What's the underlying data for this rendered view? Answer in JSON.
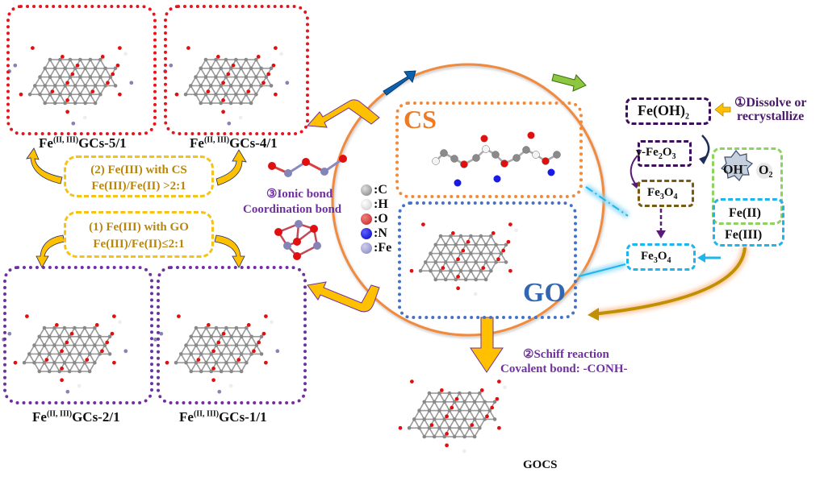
{
  "panels": {
    "top_left": {
      "prefix": "Fe",
      "sup": "(II, III)",
      "suffix": "GCs-5/1",
      "border": "red"
    },
    "top_right": {
      "prefix": "Fe",
      "sup": "(II, III)",
      "suffix": "GCs-4/1",
      "border": "red"
    },
    "bottom_left": {
      "prefix": "Fe",
      "sup": "(II, III)",
      "suffix": "GCs-2/1",
      "border": "purple"
    },
    "bottom_right": {
      "prefix": "Fe",
      "sup": "(II, III)",
      "suffix": "GCs-1/1",
      "border": "purple"
    }
  },
  "conditions": {
    "cs": {
      "line1": "(2) Fe(III) with CS",
      "line2": "Fe(III)/Fe(II) >2:1"
    },
    "go": {
      "line1": "(1) Fe(III) with GO",
      "line2": "Fe(III)/Fe(II)≤2:1"
    }
  },
  "ionic": {
    "line1": "③Ionic bond",
    "line2": "Coordination bond"
  },
  "center": {
    "cs_label": "CS",
    "go_label": "GO"
  },
  "legend": [
    {
      "symbol": ":C",
      "color": "#8c8c8c"
    },
    {
      "symbol": ":H",
      "color": "#f0f0f0"
    },
    {
      "symbol": ":O",
      "color": "#d9383a"
    },
    {
      "symbol": ":N",
      "color": "#1a1ae6"
    },
    {
      "symbol": ":Fe",
      "color": "#9a9ad0"
    }
  ],
  "right": {
    "dissolve_line1": "①Dissolve or",
    "dissolve_line2": "recrystallize",
    "feoh2": {
      "base": "Fe(OH)",
      "sub": "2"
    },
    "gfe2o3": {
      "pre": "γ-Fe",
      "sub1": "2",
      "mid": "O",
      "sub2": "3"
    },
    "fe3o4_a": {
      "pre": "Fe",
      "sub1": "3",
      "mid": "O",
      "sub2": "4"
    },
    "fe3o4_b": {
      "pre": "Fe",
      "sub1": "3",
      "mid": "O",
      "sub2": "4"
    },
    "oh": {
      "base": "OH",
      "sup": "−"
    },
    "o2": {
      "base": "O",
      "sub": "2"
    },
    "fe2": "Fe(II)",
    "fe3": "Fe(III)"
  },
  "schiff": {
    "line1": "②Schiff reaction",
    "line2": "Covalent bond: -CONH-"
  },
  "gocs_label": "GOCS",
  "colors": {
    "circle": "#f08a3c",
    "cs_border": "#f08a3c",
    "go_border": "#4472c4",
    "arrow_yellow": "#ffc000",
    "arrow_blue": "#0a62b0",
    "arrow_green": "#8dc63f",
    "cyan": "#1eb4ec",
    "ochre": "#c09000",
    "purple": "#7030a0",
    "dark_purple": "#3e0e5e"
  }
}
